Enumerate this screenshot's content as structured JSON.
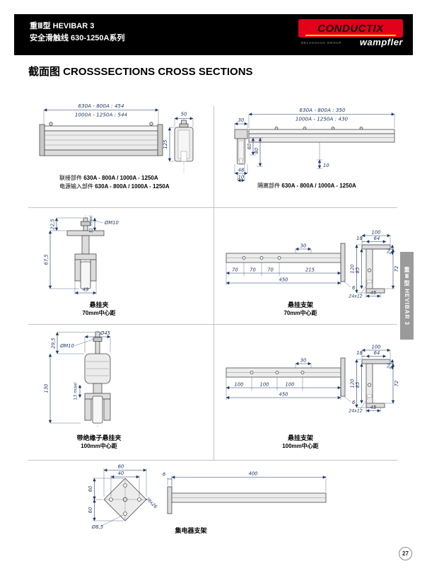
{
  "header": {
    "line1": "重Ⅲ型 HEVIBAR 3",
    "line2": "安全滑触线 630-1250A系列",
    "logo_brand": "CONDUCTIX",
    "logo_sub": "wampfler",
    "logo_tagline": "DELACHAUX GROUP"
  },
  "title": "截面图 CROSSSECTIONS CROSS SECTIONS",
  "side_tab": "重Ⅲ型 HEVIBAR 3",
  "page_number": "27",
  "colors": {
    "header_bg": "#000000",
    "logo_red": "#e2001a",
    "logo_yellow": "#ffd400",
    "dimension": "#1f3864",
    "tab_gray": "#9a9a9a"
  },
  "panels": {
    "joint": {
      "range1": "630A - 800A : 454",
      "range2": "1000A - 1250A : 544",
      "dim_50": "50",
      "dim_125": "125",
      "caption1_label": "联接部件",
      "caption1_value": "630A - 800A / 1000A - 1250A",
      "caption2_label": "电源输入部件",
      "caption2_value": "630A - 800A / 1000A - 1250A"
    },
    "isolation": {
      "range1": "630A - 800A : 350",
      "range2": "1000A - 1250A : 430",
      "dim_30": "30",
      "dim_60": "60",
      "dim_80": "80",
      "dim_48": "48",
      "dim_10_left": "10",
      "dim_10_right": "10",
      "caption_label": "隔离部件",
      "caption_value": "630A - 800A / 1000A - 1250A"
    },
    "clamp70": {
      "dim_m10": "ØM10",
      "dim_11": "11 maxi",
      "dim_22_5": "22,5",
      "dim_67_5": "67,5",
      "dim_49": "49",
      "caption1": "悬挂夹",
      "caption2": "70mm中心距"
    },
    "bracket70": {
      "dim_30": "30",
      "seg1": "70",
      "seg2": "70",
      "seg3": "70",
      "seg4": "215",
      "total": "450",
      "dim_6": "6",
      "end_view": {
        "dim_100": "100",
        "dim_64": "64",
        "dim_18": "18",
        "dim_24": "24",
        "dim_120": "120",
        "dim_85": "85",
        "dim_72": "72",
        "dim_45": "45",
        "slot": "24x12"
      },
      "caption1": "悬挂支架",
      "caption2": "70mm中心距"
    },
    "clamp100": {
      "dim_45": "Ø45",
      "dim_m10": "ØM10",
      "dim_29_5": "29,5",
      "dim_130": "130",
      "dim_13": "13 maxi",
      "caption1": "带绝缘子悬挂夹",
      "caption2": "100mm中心距"
    },
    "bracket100": {
      "dim_30": "30",
      "seg1": "100",
      "seg2": "100",
      "seg3": "100",
      "total": "450",
      "dim_6": "6",
      "end_view": {
        "dim_100": "100",
        "dim_64": "64",
        "dim_18": "18",
        "dim_24": "24",
        "dim_120": "120",
        "dim_85": "85",
        "dim_72": "72",
        "dim_45": "45",
        "slot": "24x12"
      },
      "caption1": "悬挂支架",
      "caption2": "100mm中心距"
    },
    "collector": {
      "dim_60_top": "60",
      "dim_40": "40",
      "dim_6": "6",
      "dim_400": "400",
      "dim_60_left1": "60",
      "dim_60_left2": "60",
      "dim_hole": "Ø8,5",
      "dim_square": "26x26",
      "caption": "集电器支架"
    }
  }
}
